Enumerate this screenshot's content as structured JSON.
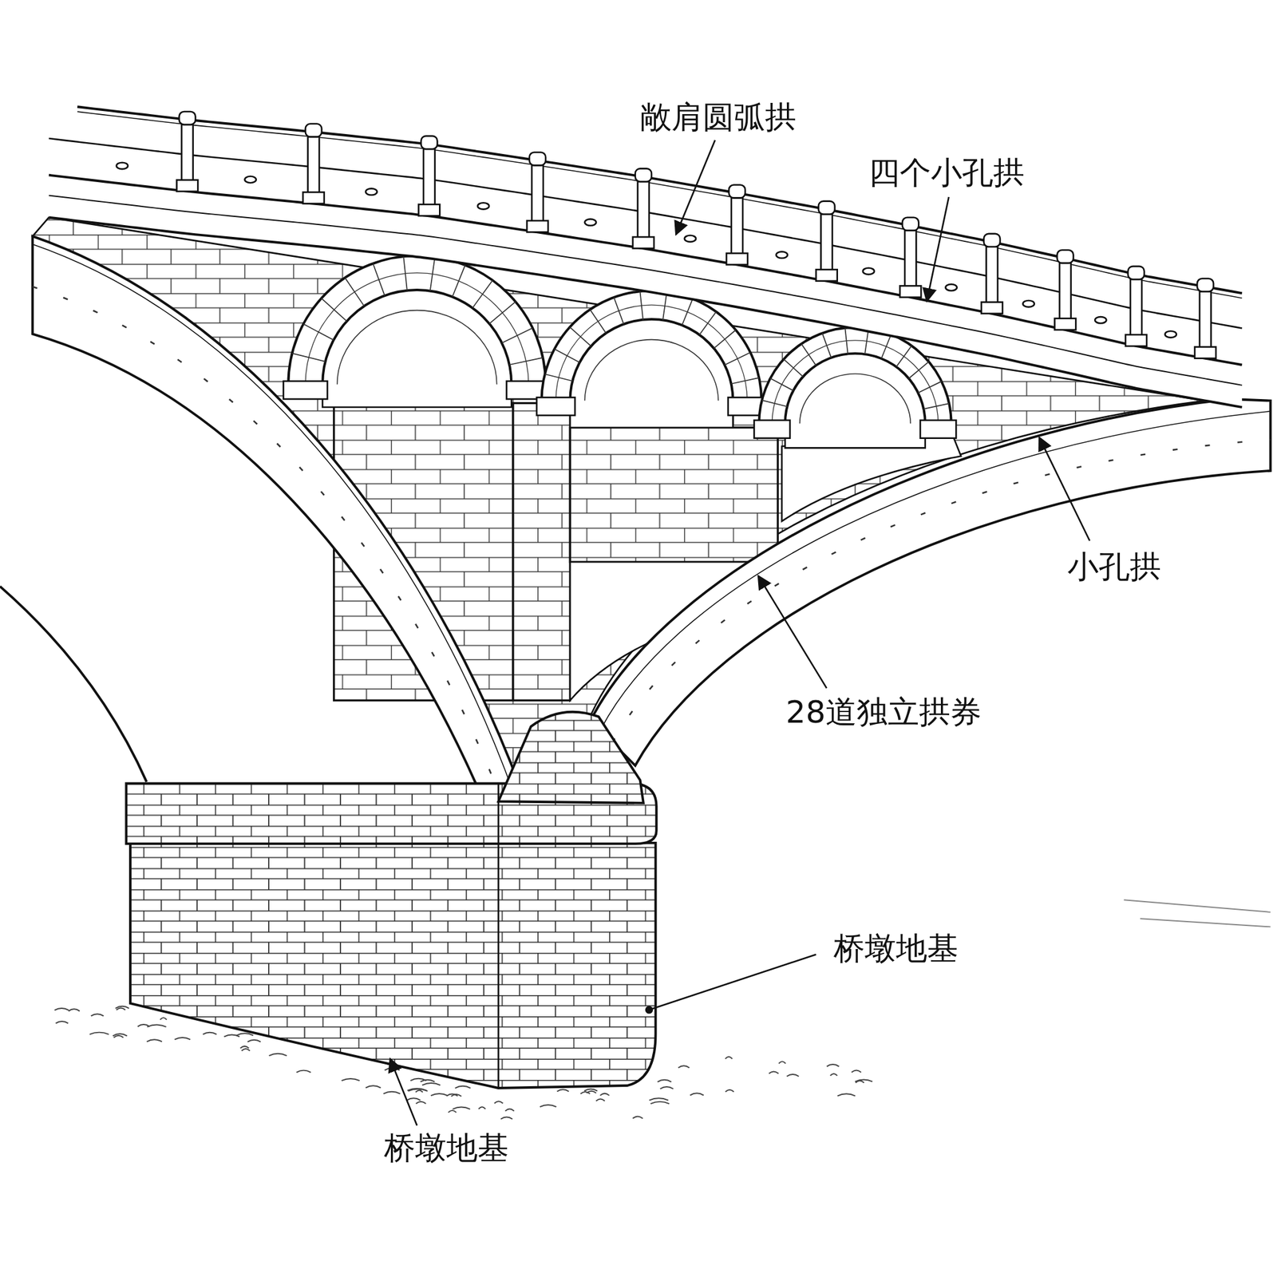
{
  "diagram": {
    "labels": [
      "敞肩圆弧拱",
      "四个小孔拱",
      "小孔拱",
      "28道独立拱券",
      "桥墩地基",
      "桥墩地基"
    ]
  }
}
